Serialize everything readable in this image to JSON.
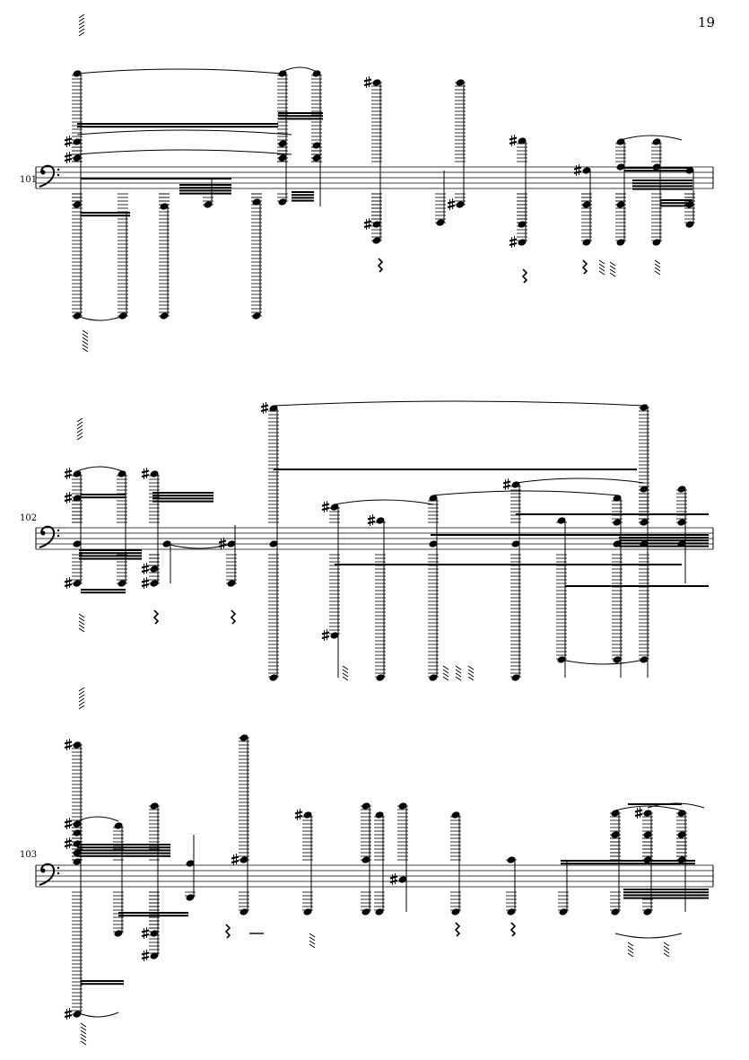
{
  "page": {
    "number": "19"
  },
  "systems": [
    {
      "measure": "101"
    },
    {
      "measure": "102"
    },
    {
      "measure": "103"
    }
  ],
  "clef": "bass",
  "colors": {
    "ink": "#000000",
    "paper": "#ffffff"
  }
}
